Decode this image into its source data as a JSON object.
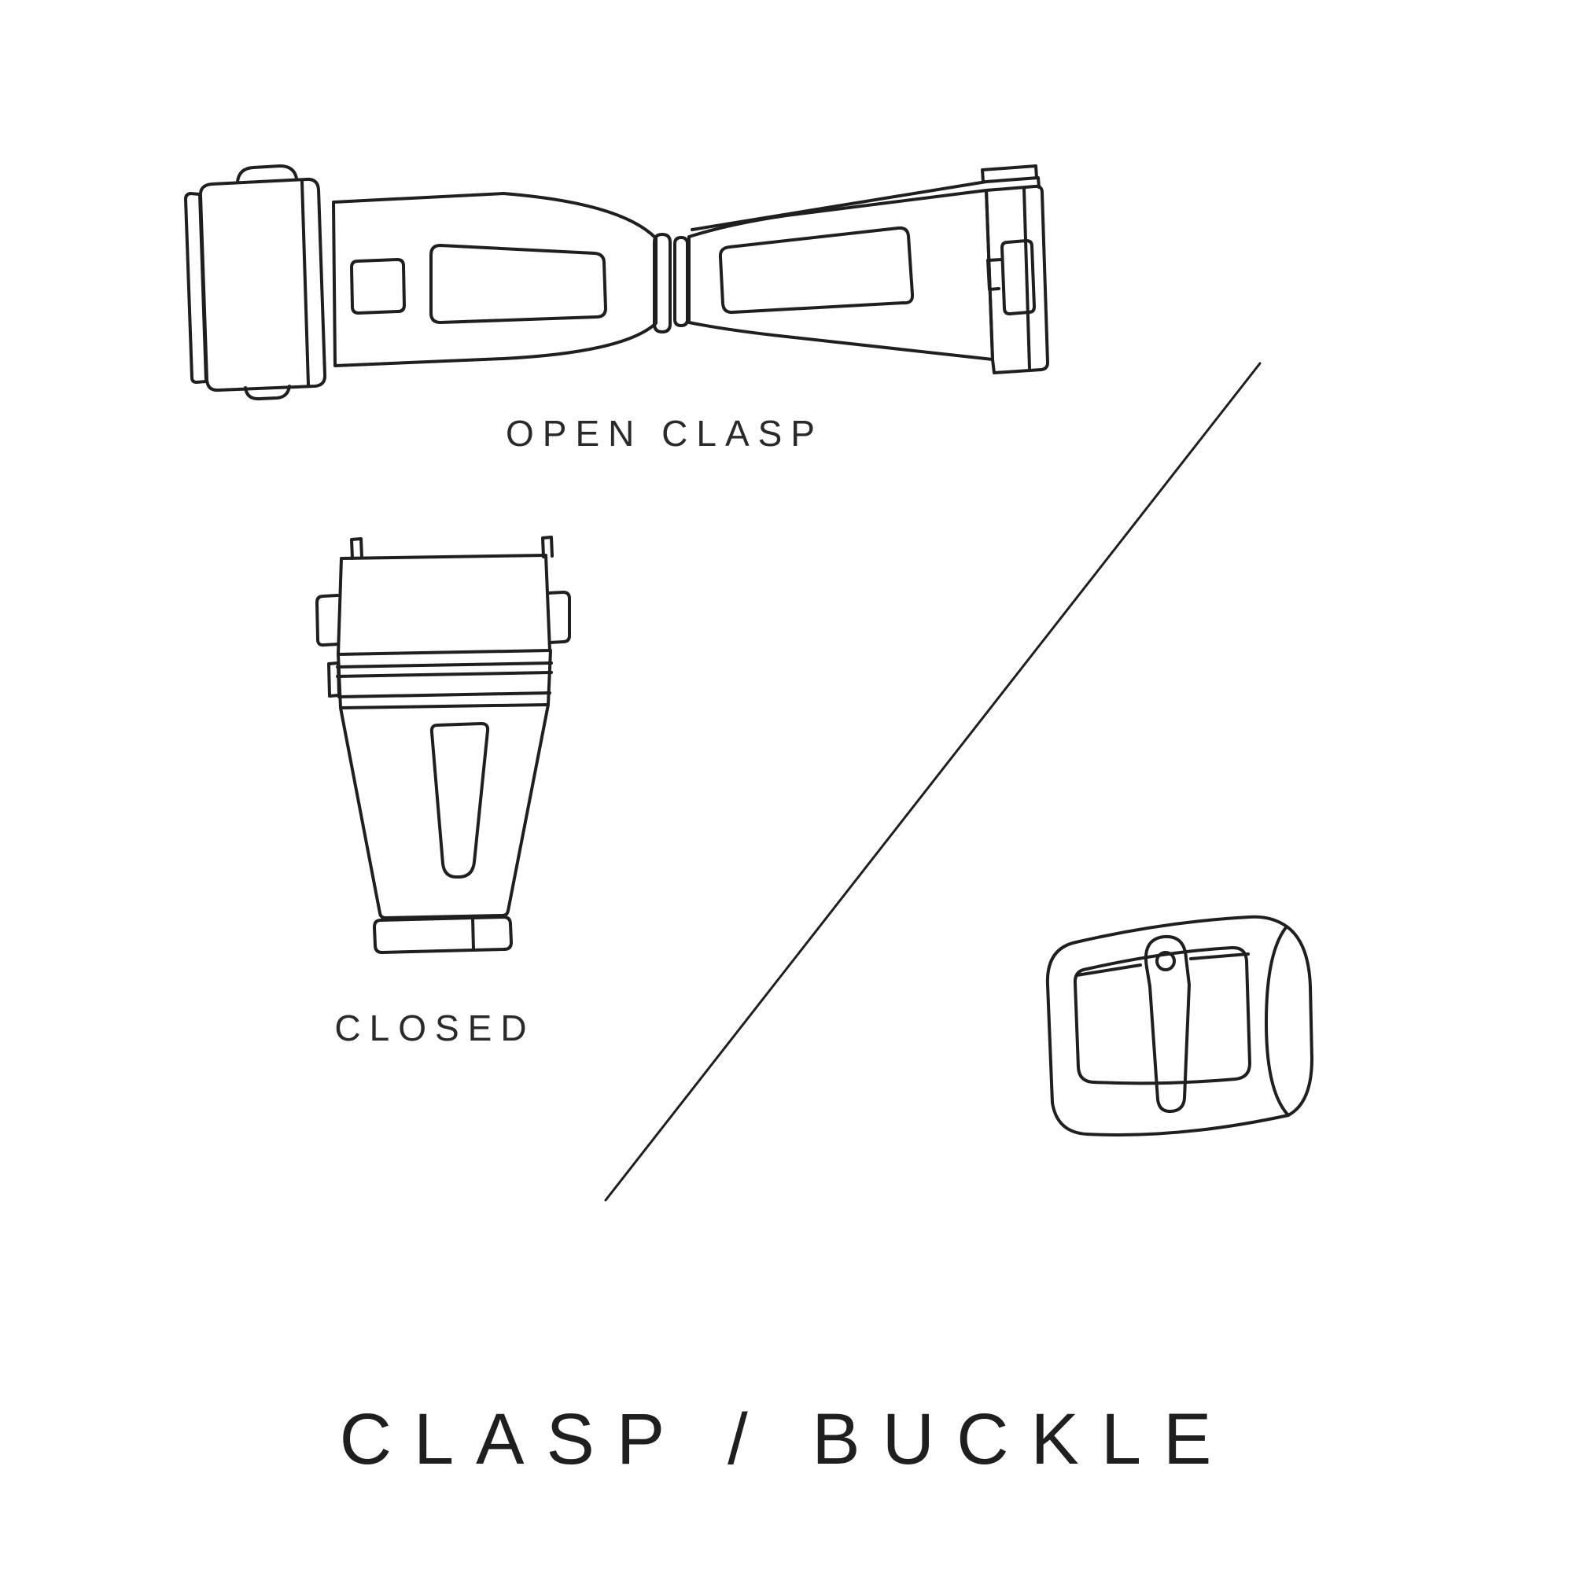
{
  "page": {
    "background_color": "#ffffff",
    "line_color": "#1f1f1f",
    "text_color": "#2a2a2a"
  },
  "diagram": {
    "labels": {
      "open_clasp": "OPEN CLASP",
      "closed": "CLOSED",
      "title": "CLASP / BUCKLE"
    },
    "illustrations": [
      {
        "name": "open-clasp-illustration",
        "description": "deployant watch clasp shown open"
      },
      {
        "name": "closed-clasp-illustration",
        "description": "deployant watch clasp shown closed"
      },
      {
        "name": "buckle-illustration",
        "description": "tang buckle"
      }
    ]
  }
}
